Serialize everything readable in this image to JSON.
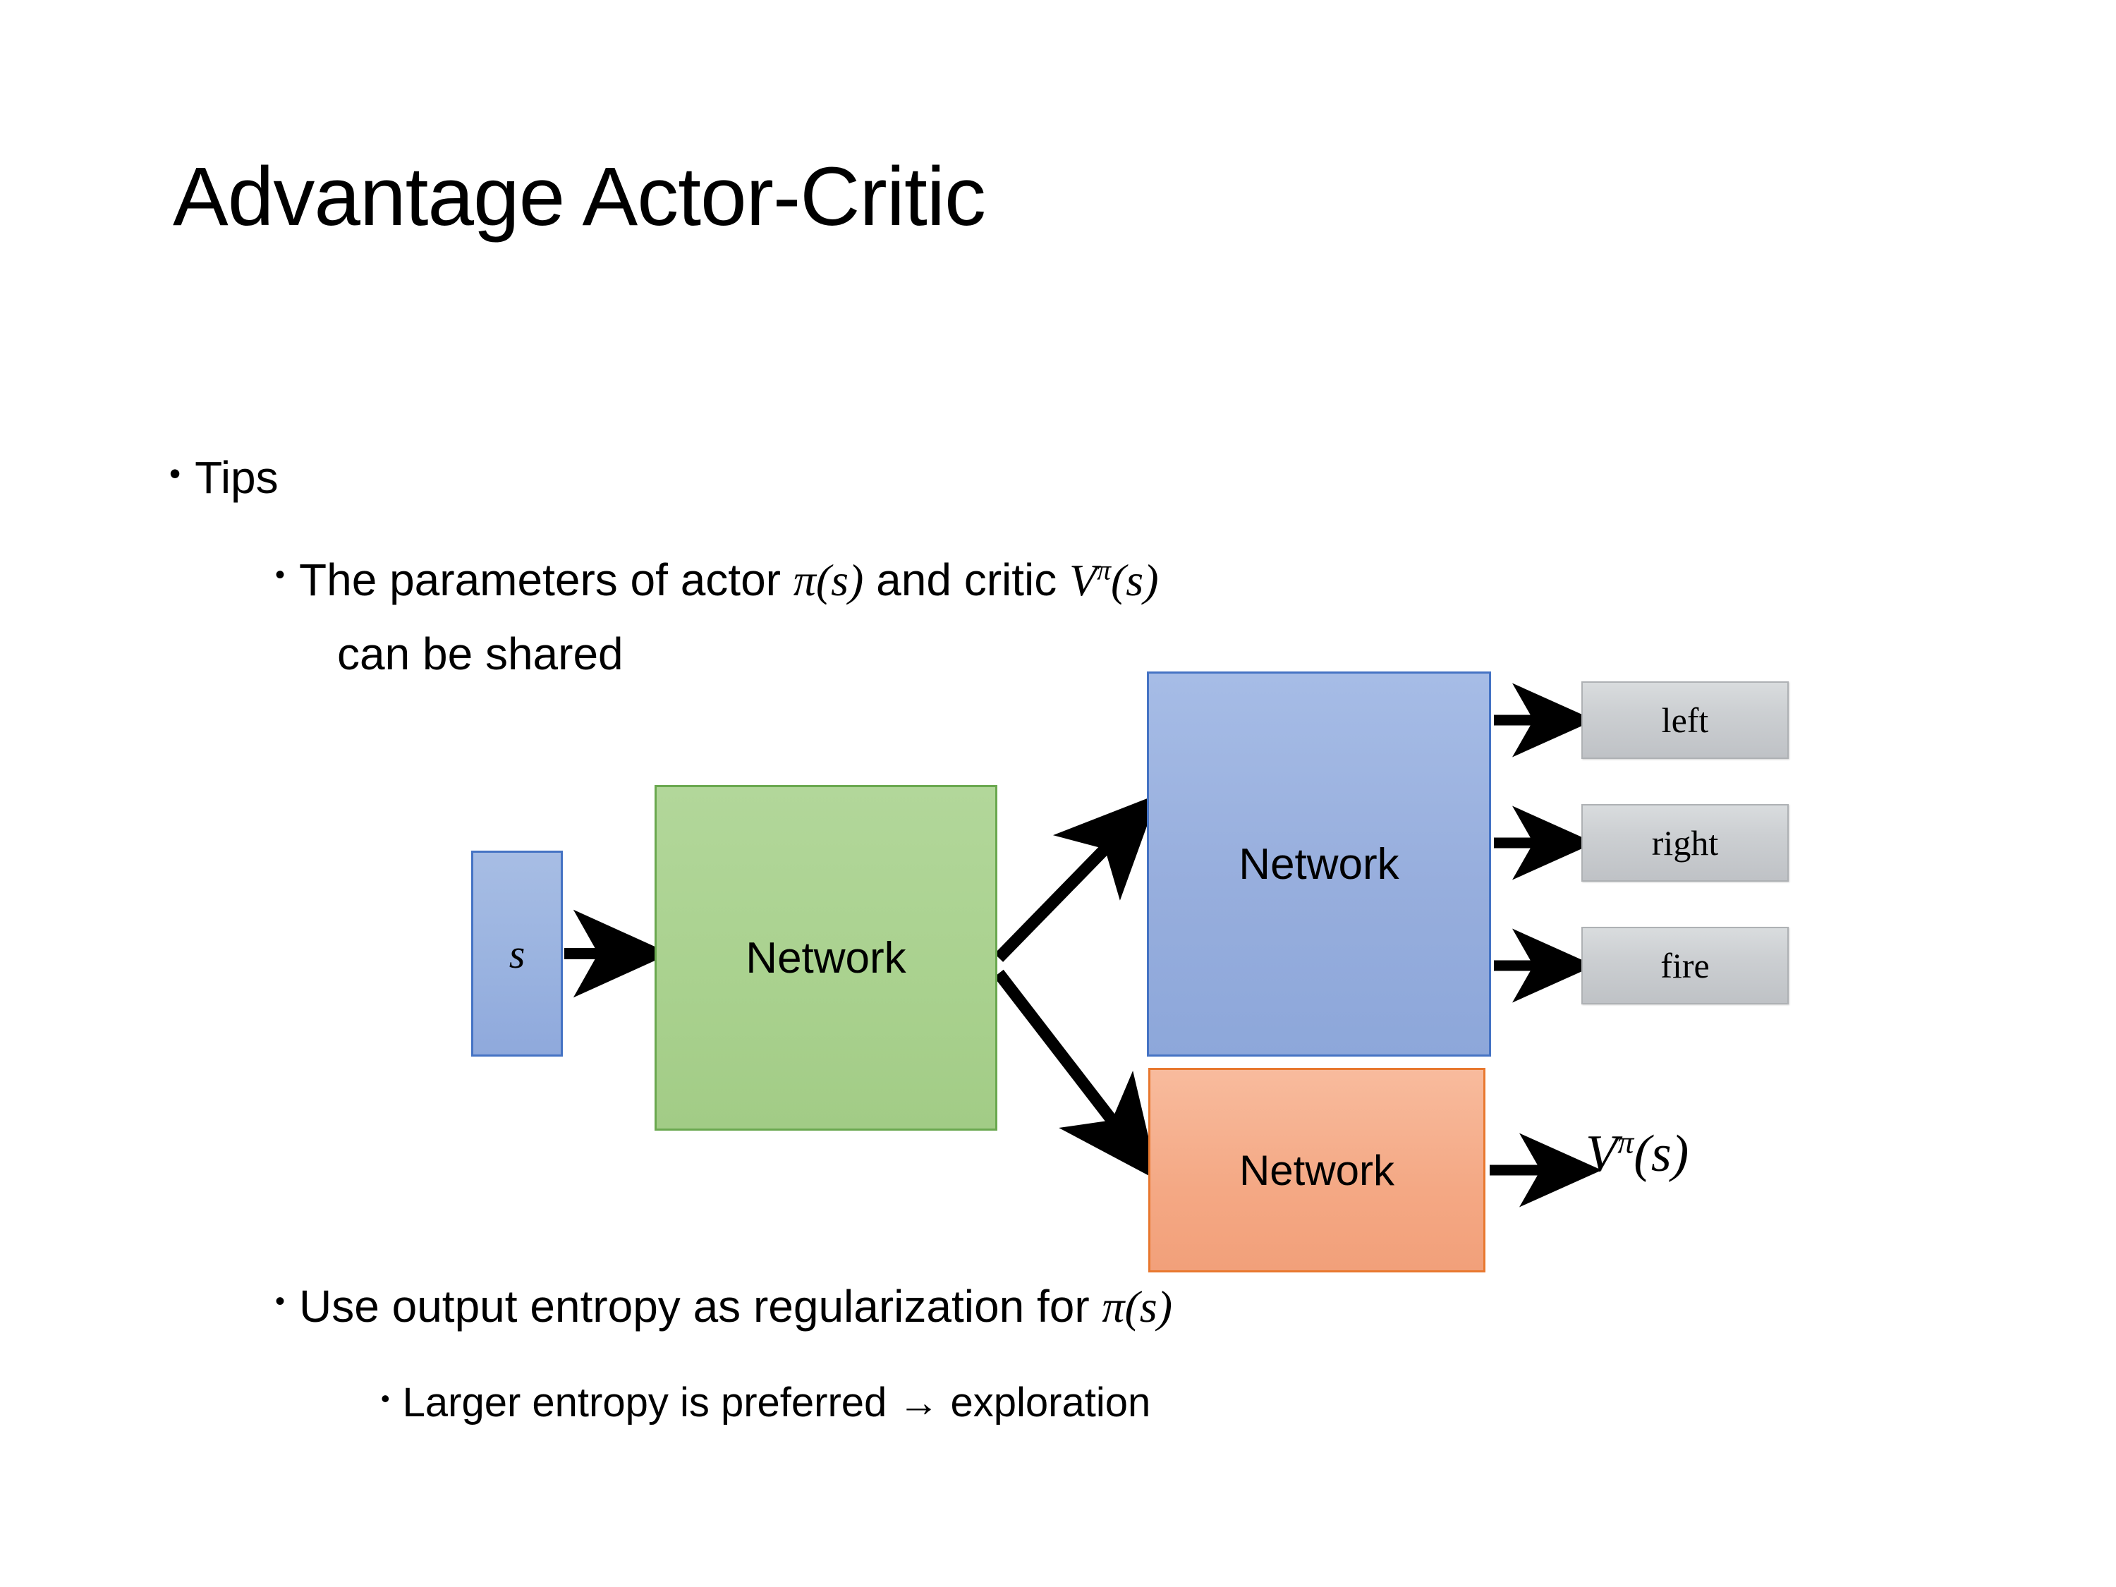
{
  "slide": {
    "title": "Advantage Actor-Critic",
    "background": "#ffffff"
  },
  "bullets": {
    "level1": {
      "marker": "•",
      "text": "Tips"
    },
    "level2": {
      "marker": "•",
      "line1_prefix": "The parameters of actor ",
      "math_actor": "π(s)",
      "line1_mid": " and critic ",
      "math_critic_base": "V",
      "math_critic_sup": "π",
      "math_critic_arg": "(s)",
      "line2": "can be shared"
    },
    "level2b": {
      "marker": "•",
      "text_prefix": "Use output entropy as regularization for ",
      "math": "π(s)"
    },
    "level3": {
      "marker": "•",
      "text": "Larger entropy is preferred → exploration"
    }
  },
  "diagram": {
    "input_box": {
      "label": "s",
      "fill": "#9ab3e0",
      "border": "#4573c4"
    },
    "shared_network": {
      "label": "Network",
      "fill": "#a9d18e",
      "border": "#6aa84f"
    },
    "actor_network": {
      "label": "Network",
      "fill": "#97aedd",
      "border": "#4573c4"
    },
    "critic_network": {
      "label": "Network",
      "fill": "#f4a884",
      "border": "#e8782f"
    },
    "actions": [
      {
        "label": "left"
      },
      {
        "label": "right"
      },
      {
        "label": "fire"
      }
    ],
    "action_fill": "#cccfd2",
    "action_border": "#aeb1b4",
    "critic_output": {
      "base": "V",
      "sup": "π",
      "arg": "(s)"
    },
    "arrow_color": "#000000"
  }
}
